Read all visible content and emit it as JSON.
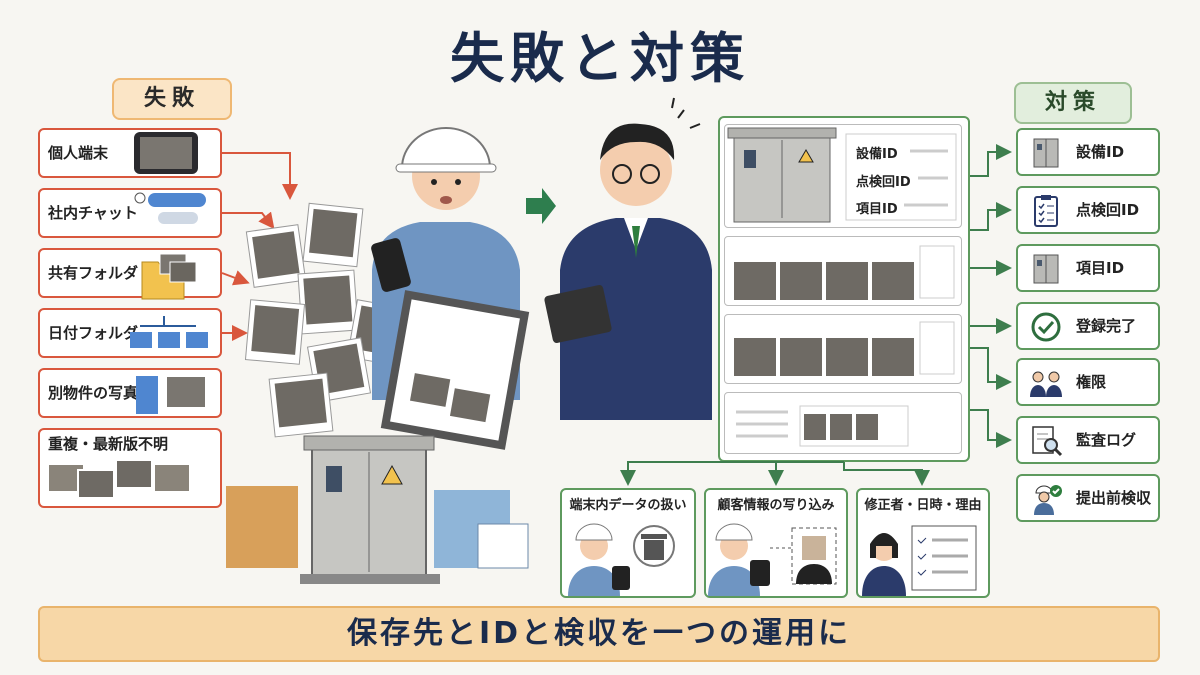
{
  "title": "失敗と対策",
  "failure": {
    "header": "失敗",
    "items": [
      "個人端末",
      "社内チャット",
      "共有フォルダ",
      "日付フォルダ",
      "別物件の写真",
      "重複・最新版不明"
    ]
  },
  "countermeasure": {
    "header": "対策",
    "items": [
      "設備ID",
      "点検回ID",
      "項目ID",
      "登録完了",
      "権限",
      "監査ログ",
      "提出前検収"
    ]
  },
  "center_panel": {
    "id_labels": [
      "設備ID",
      "点検回ID",
      "項目ID"
    ]
  },
  "bottom_items": [
    "端末内データの扱い",
    "顧客情報の写り込み",
    "修正者・日時・理由"
  ],
  "banner": "保存先とIDと検収を一つの運用に",
  "colors": {
    "failure_accent": "#d9573d",
    "measure_accent": "#5e9a5e",
    "title": "#1a2b4c",
    "banner_bg": "#f7d7a7"
  }
}
